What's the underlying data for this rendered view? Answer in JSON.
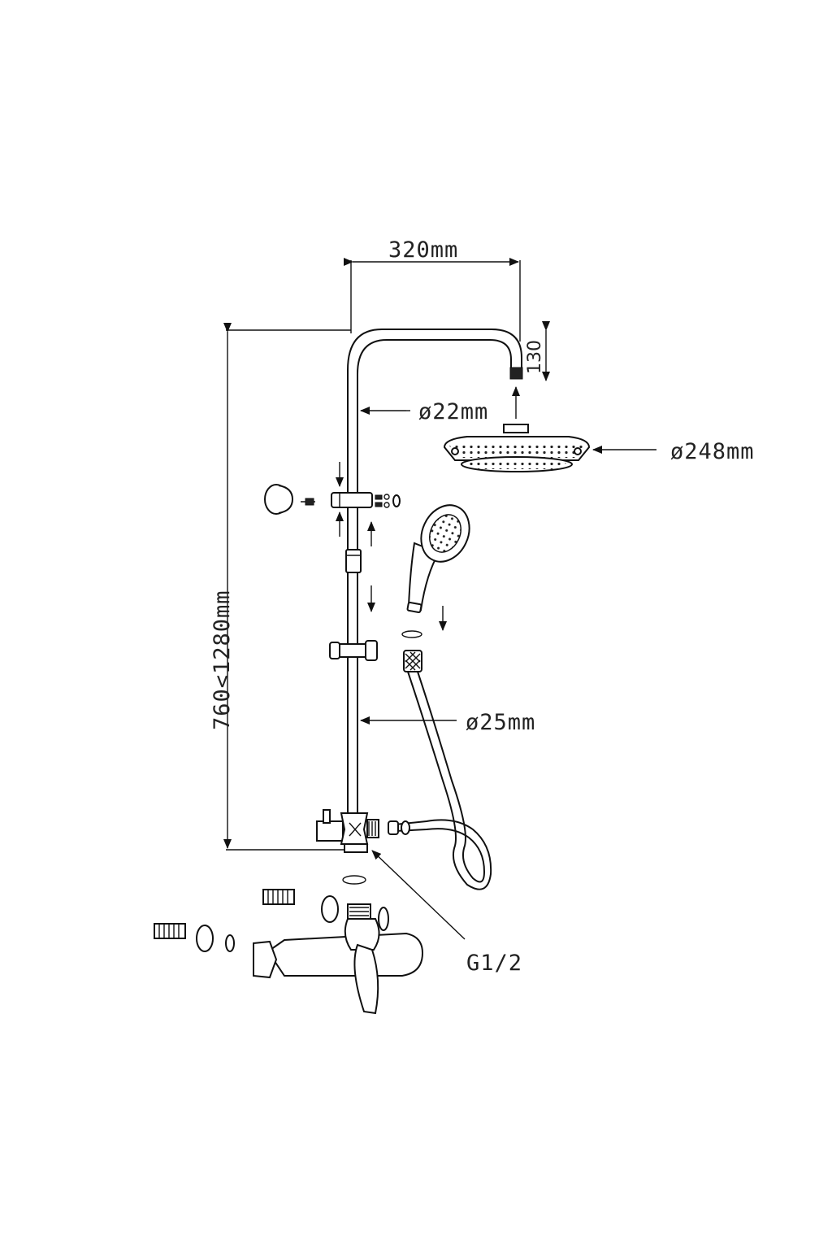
{
  "dimensions": {
    "arm_length": "320mm",
    "arm_drop": "130",
    "pipe_top_diameter": "ø22mm",
    "head_diameter": "ø248mm",
    "height_range": "760<1280mm",
    "pipe_bottom_diameter": "ø25mm",
    "connection_thread": "G1/2"
  },
  "colors": {
    "ink": "#111111",
    "background": "#ffffff"
  }
}
